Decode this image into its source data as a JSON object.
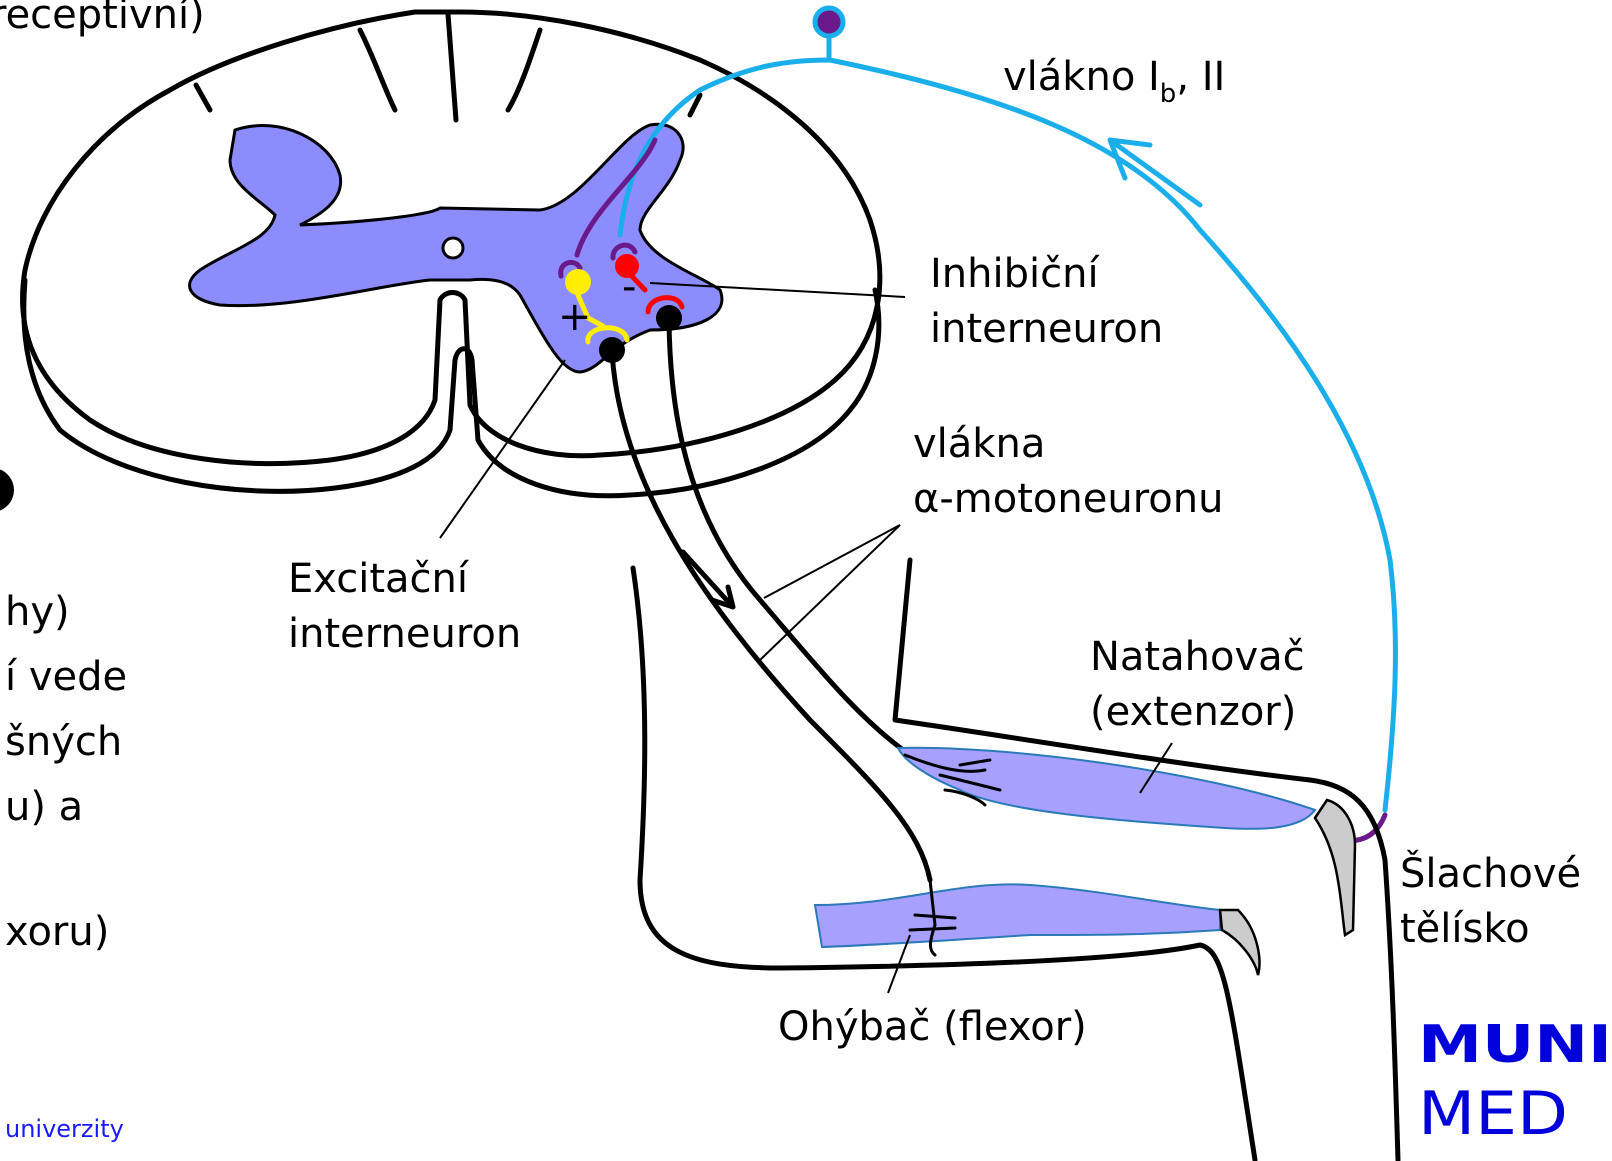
{
  "left_text": {
    "top_line": "receptivní)",
    "lines": [
      "hy)",
      "í vede",
      "šných",
      "u) a",
      "xoru)"
    ],
    "footer": "univerzity"
  },
  "labels": {
    "fiber_prefix": "vlákno I",
    "fiber_sub": "b",
    "fiber_suffix": ", II",
    "inhibitory_line1": "Inhibiční",
    "inhibitory_line2": "interneuron",
    "motoneuron_line1": "vlákna",
    "motoneuron_line2": "α-motoneuronu",
    "excitatory_line1": "Excitační",
    "excitatory_line2": "interneuron",
    "extensor_line1": "Natahovač",
    "extensor_line2": "(extenzor)",
    "tendon_line1": "Šlachové",
    "tendon_line2": "tělísko",
    "flexor": "Ohýbač (flexor)",
    "plus": "+",
    "minus": "-"
  },
  "logo": {
    "line1": "MUNI",
    "line2": "MED"
  },
  "colors": {
    "gray_matter": "#8c8cff",
    "muscle": "#a7a0ff",
    "afferent": "#1aaeea",
    "afferent_terminal": "#6a1a8a",
    "excitatory": "#ffee00",
    "inhibitory": "#ff0000",
    "outline": "#000000",
    "logo": "#0000dc"
  }
}
